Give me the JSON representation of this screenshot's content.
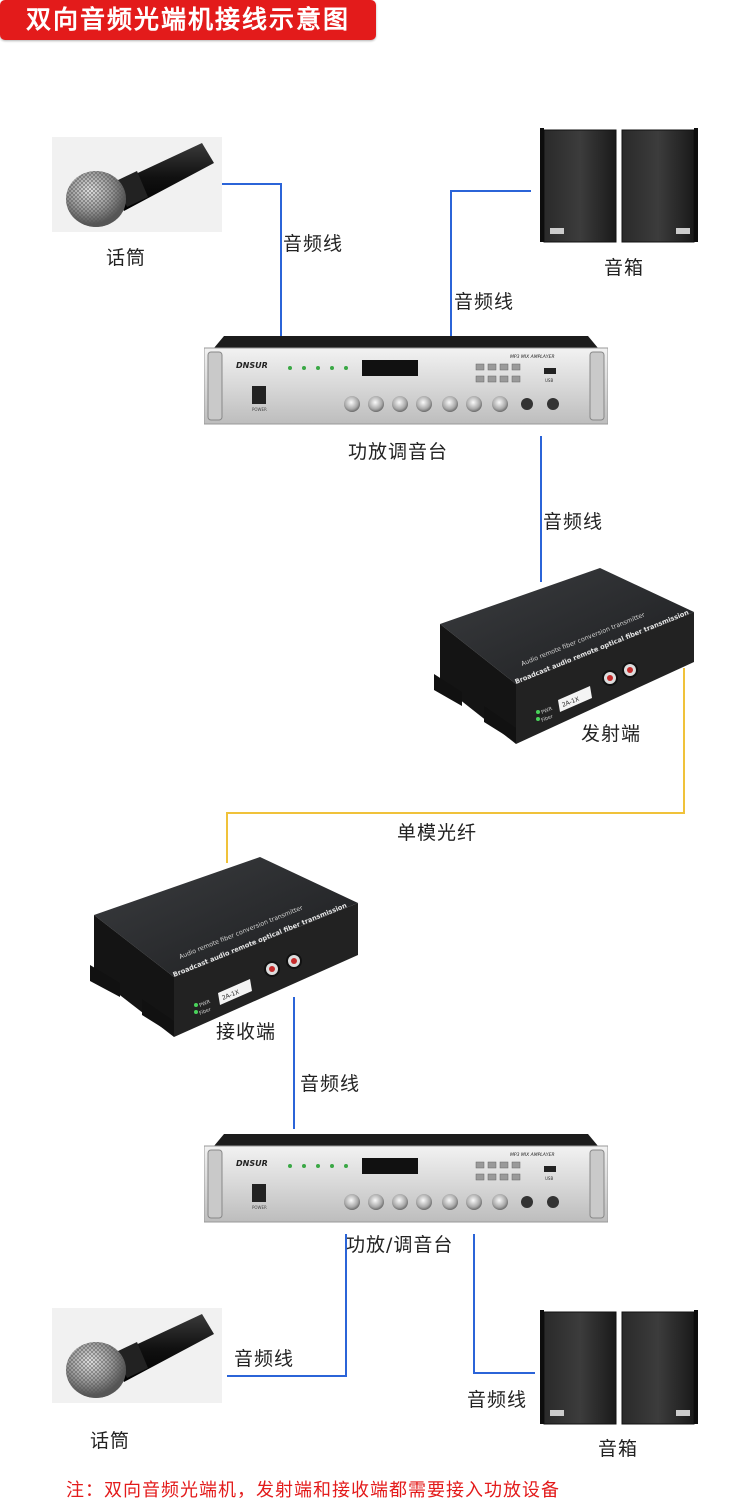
{
  "title": "双向音频光端机接线示意图",
  "devices": {
    "mic_top": "话筒",
    "speaker_top": "音箱",
    "amp_top": "功放调音台",
    "transmitter": "发射端",
    "receiver": "接收端",
    "amp_bottom": "功放/调音台",
    "mic_bottom": "话筒",
    "speaker_bottom": "音箱"
  },
  "links": {
    "mic_to_amp_top": "音频线",
    "speaker_to_amp_top": "音频线",
    "amp_to_transmitter": "音频线",
    "fiber": "单模光纤",
    "receiver_to_amp": "音频线",
    "mic_to_amp_bottom": "音频线",
    "speaker_to_amp_bottom": "音频线"
  },
  "amp_panel": {
    "brand": "DNSUR",
    "model_text": "MP3 MIX AMPLAYER",
    "power_label": "POWER",
    "usb_label": "USB"
  },
  "optical_box": {
    "line1": "Audio remote fiber conversion transmitter",
    "line2": "Broadcast audio remote optical fiber transmission",
    "model": "2A-1X",
    "led1": "PWR",
    "led2": "Fiber"
  },
  "colors": {
    "title_bg": "#e31b1b",
    "audio_wire": "#2b64d8",
    "fiber_wire": "#f0c23a",
    "note": "#e31b1b"
  },
  "note": "注：双向音频光端机，发射端和接收端都需要接入功放设备"
}
